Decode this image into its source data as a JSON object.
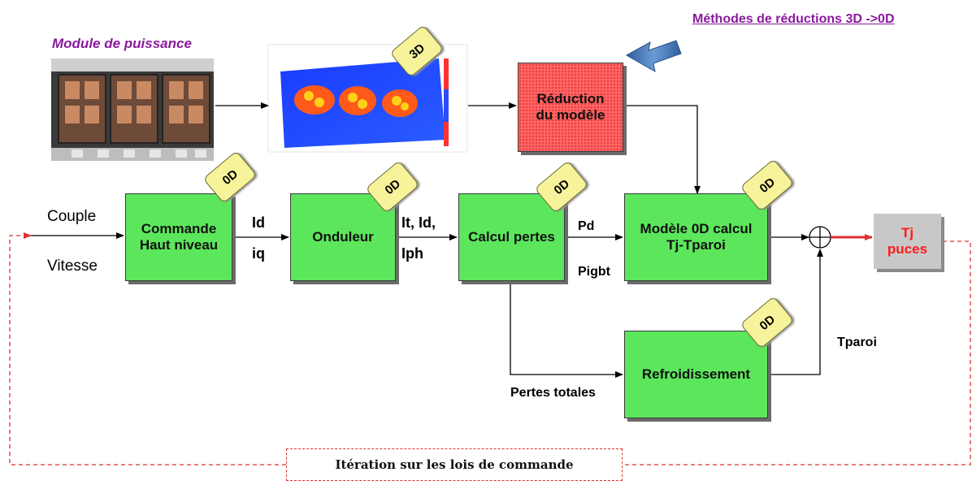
{
  "header": {
    "module_label": "Module de puissance",
    "methods_link": "Méthodes de réductions 3D ->0D"
  },
  "inputs": {
    "couple": "Couple",
    "vitesse": "Vitesse"
  },
  "blocks": {
    "commande": {
      "line1": "Commande",
      "line2": "Haut niveau"
    },
    "onduleur": "Onduleur",
    "calcul_pertes": "Calcul pertes",
    "modele": {
      "line1": "Modèle 0D calcul",
      "line2": "Tj-Tparoi"
    },
    "refroidissement": "Refroidissement",
    "reduction": {
      "line1": "Réduction",
      "line2": "du modèle"
    },
    "output": {
      "line1": "Tj",
      "line2": "puces"
    }
  },
  "badges": {
    "zero_d": "0D",
    "three_d": "3D"
  },
  "signals": {
    "id": "Id",
    "iq": "iq",
    "it_id": "It, Id,",
    "iph": "Iph",
    "pd": "Pd",
    "pigbt": "Pigbt",
    "pertes_totales": "Pertes totales",
    "tparoi": "Tparoi"
  },
  "footer": {
    "iteration_label": "Itération sur les lois de commande"
  },
  "colors": {
    "block_green": "#5ce65c",
    "reduction_red": "#ff6565",
    "link_purple": "#8a1a9e",
    "loop_red": "#e03030",
    "arrow_blue": "#3a6fb0"
  }
}
